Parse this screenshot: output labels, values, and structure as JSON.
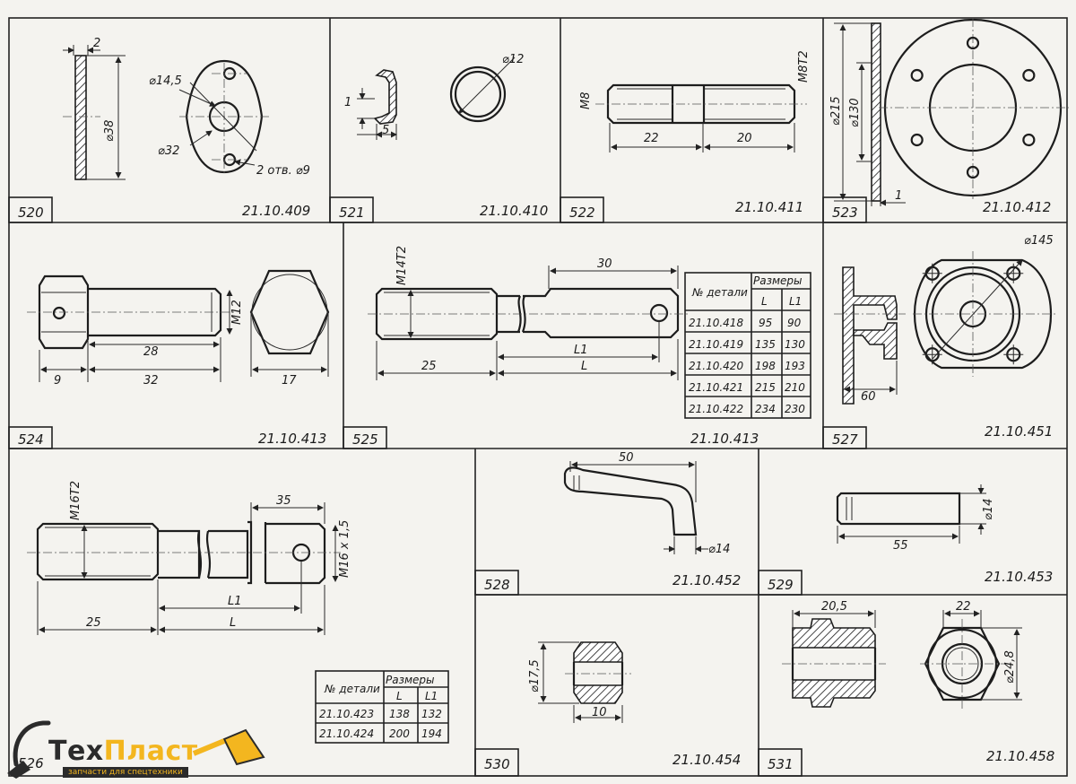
{
  "sheet": {
    "panels": [
      {
        "num": "520",
        "code": "21.10.409",
        "dims": [
          "2",
          "⌀38",
          "⌀14,5",
          "⌀32",
          "2 отв. ⌀9"
        ]
      },
      {
        "num": "521",
        "code": "21.10.410",
        "dims": [
          "1",
          "5",
          "⌀12"
        ]
      },
      {
        "num": "522",
        "code": "21.10.411",
        "dims": [
          "M8",
          "M8T2",
          "22",
          "20"
        ]
      },
      {
        "num": "523",
        "code": "21.10.412",
        "dims": [
          "⌀215",
          "⌀130",
          "1"
        ]
      },
      {
        "num": "524",
        "code": "21.10.413",
        "dims": [
          "M12",
          "28",
          "9",
          "32",
          "17"
        ]
      },
      {
        "num": "525",
        "code": "21.10.413",
        "dims": [
          "M14T2",
          "30",
          "L1",
          "25",
          "L"
        ]
      },
      {
        "num": "527",
        "code": "21.10.451",
        "dims": [
          "60",
          "⌀145"
        ]
      },
      {
        "num": "526",
        "code": "",
        "dims": [
          "M16T2",
          "35",
          "M16 x 1,5",
          "L1",
          "25",
          "L"
        ]
      },
      {
        "num": "528",
        "code": "21.10.452",
        "dims": [
          "50",
          "⌀14"
        ]
      },
      {
        "num": "529",
        "code": "21.10.453",
        "dims": [
          "⌀14",
          "55"
        ]
      },
      {
        "num": "530",
        "code": "21.10.454",
        "dims": [
          "⌀17,5",
          "10"
        ]
      },
      {
        "num": "531",
        "code": "21.10.458",
        "dims": [
          "20,5",
          "22",
          "⌀24,8"
        ]
      }
    ],
    "table_525": {
      "headers": [
        "№ детали",
        "Размеры",
        "L",
        "L1"
      ],
      "rows": [
        [
          "21.10.418",
          "95",
          "90"
        ],
        [
          "21.10.419",
          "135",
          "130"
        ],
        [
          "21.10.420",
          "198",
          "193"
        ],
        [
          "21.10.421",
          "215",
          "210"
        ],
        [
          "21.10.422",
          "234",
          "230"
        ]
      ]
    },
    "table_526": {
      "headers": [
        "№ детали",
        "Размеры",
        "L",
        "L1"
      ],
      "rows": [
        [
          "21.10.423",
          "138",
          "132"
        ],
        [
          "21.10.424",
          "200",
          "194"
        ]
      ]
    }
  },
  "logo": {
    "brand_a": "Тех",
    "brand_b": "Пласт",
    "tagline": "запчасти для спецтехники"
  }
}
